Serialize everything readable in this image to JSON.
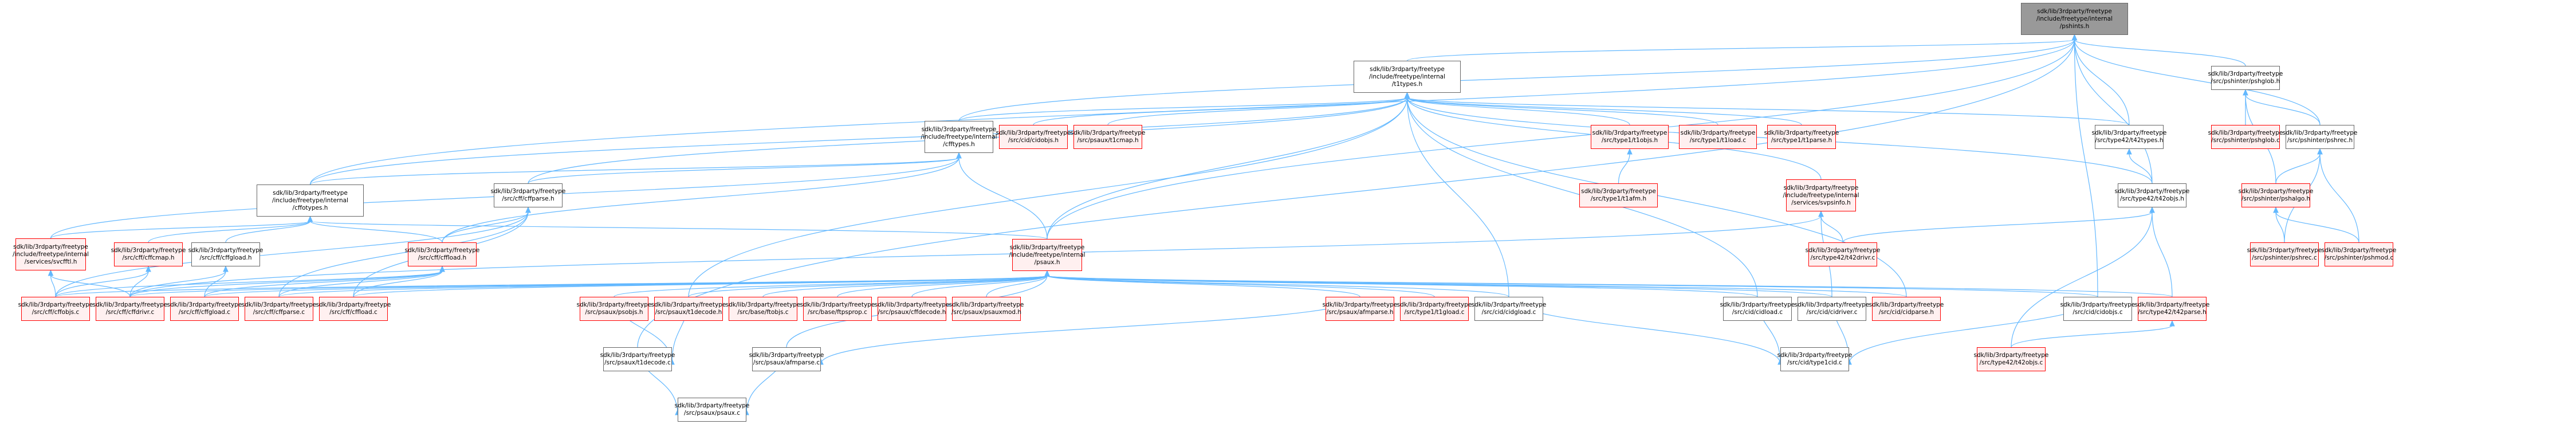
{
  "diagram": {
    "title": "Include dependency graph for pshints.h",
    "colors": {
      "edge": "#63b8ff",
      "root_fill": "#999999",
      "red_border": "#ff0000",
      "red_fill": "#fff0f0",
      "plain_border": "#666666"
    },
    "nodes": [
      {
        "id": "pshints_h",
        "lines": [
          "sdk/lib/3rdparty/freetype",
          "/include/freetype/internal",
          "/pshints.h"
        ],
        "style": "root"
      },
      {
        "id": "t1types_h",
        "lines": [
          "sdk/lib/3rdparty/freetype",
          "/include/freetype/internal",
          "/t1types.h"
        ],
        "style": "plain"
      },
      {
        "id": "pshglob_h",
        "lines": [
          "sdk/lib/3rdparty/freetype",
          "/src/pshinter/pshglob.h"
        ],
        "style": "plain"
      },
      {
        "id": "cfftypes_h",
        "lines": [
          "sdk/lib/3rdparty/freetype",
          "/include/freetype/internal",
          "/cfftypes.h"
        ],
        "style": "plain"
      },
      {
        "id": "cidobjs_h",
        "lines": [
          "sdk/lib/3rdparty/freetype",
          "/src/cid/cidobjs.h"
        ],
        "style": "red"
      },
      {
        "id": "t1cmap_h",
        "lines": [
          "sdk/lib/3rdparty/freetype",
          "/src/psaux/t1cmap.h"
        ],
        "style": "red"
      },
      {
        "id": "t1objs_h",
        "lines": [
          "sdk/lib/3rdparty/freetype",
          "/src/type1/t1objs.h"
        ],
        "style": "red"
      },
      {
        "id": "t1load_c",
        "lines": [
          "sdk/lib/3rdparty/freetype",
          "/src/type1/t1load.c"
        ],
        "style": "red"
      },
      {
        "id": "t1parse_h",
        "lines": [
          "sdk/lib/3rdparty/freetype",
          "/src/type1/t1parse.h"
        ],
        "style": "red"
      },
      {
        "id": "t42types_h",
        "lines": [
          "sdk/lib/3rdparty/freetype",
          "/src/type42/t42types.h"
        ],
        "style": "plain"
      },
      {
        "id": "pshglob_c",
        "lines": [
          "sdk/lib/3rdparty/freetype",
          "/src/pshinter/pshglob.c"
        ],
        "style": "red"
      },
      {
        "id": "pshrec_h",
        "lines": [
          "sdk/lib/3rdparty/freetype",
          "/src/pshinter/pshrec.h"
        ],
        "style": "plain"
      },
      {
        "id": "cffotypes_h",
        "lines": [
          "sdk/lib/3rdparty/freetype",
          "/include/freetype/internal",
          "/cffotypes.h"
        ],
        "style": "plain"
      },
      {
        "id": "cffparse_h",
        "lines": [
          "sdk/lib/3rdparty/freetype",
          "/src/cff/cffparse.h"
        ],
        "style": "plain"
      },
      {
        "id": "t1afm_h",
        "lines": [
          "sdk/lib/3rdparty/freetype",
          "/src/type1/t1afm.h"
        ],
        "style": "red"
      },
      {
        "id": "svpsinfo_h",
        "lines": [
          "sdk/lib/3rdparty/freetype",
          "/include/freetype/internal",
          "/services/svpsinfo.h"
        ],
        "style": "red"
      },
      {
        "id": "t42objs_h",
        "lines": [
          "sdk/lib/3rdparty/freetype",
          "/src/type42/t42objs.h"
        ],
        "style": "plain"
      },
      {
        "id": "pshalgo_h",
        "lines": [
          "sdk/lib/3rdparty/freetype",
          "/src/pshinter/pshalgo.h"
        ],
        "style": "red"
      },
      {
        "id": "svcfftl_h",
        "lines": [
          "sdk/lib/3rdparty/freetype",
          "/include/freetype/internal",
          "/services/svcfftl.h"
        ],
        "style": "red"
      },
      {
        "id": "cffcmap_h",
        "lines": [
          "sdk/lib/3rdparty/freetype",
          "/src/cff/cffcmap.h"
        ],
        "style": "red"
      },
      {
        "id": "cffgload_h",
        "lines": [
          "sdk/lib/3rdparty/freetype",
          "/src/cff/cffgload.h"
        ],
        "style": "plain"
      },
      {
        "id": "cffload_h",
        "lines": [
          "sdk/lib/3rdparty/freetype",
          "/src/cff/cffload.h"
        ],
        "style": "red"
      },
      {
        "id": "psaux_h",
        "lines": [
          "sdk/lib/3rdparty/freetype",
          "/include/freetype/internal",
          "/psaux.h"
        ],
        "style": "red"
      },
      {
        "id": "t42drivr_c",
        "lines": [
          "sdk/lib/3rdparty/freetype",
          "/src/type42/t42drivr.c"
        ],
        "style": "red"
      },
      {
        "id": "pshrec_c",
        "lines": [
          "sdk/lib/3rdparty/freetype",
          "/src/pshinter/pshrec.c"
        ],
        "style": "red"
      },
      {
        "id": "pshmod_c",
        "lines": [
          "sdk/lib/3rdparty/freetype",
          "/src/pshinter/pshmod.c"
        ],
        "style": "red"
      },
      {
        "id": "cffobjs_c",
        "lines": [
          "sdk/lib/3rdparty/freetype",
          "/src/cff/cffobjs.c"
        ],
        "style": "red"
      },
      {
        "id": "cffdrivr_c",
        "lines": [
          "sdk/lib/3rdparty/freetype",
          "/src/cff/cffdrivr.c"
        ],
        "style": "red"
      },
      {
        "id": "cffgload_c",
        "lines": [
          "sdk/lib/3rdparty/freetype",
          "/src/cff/cffgload.c"
        ],
        "style": "red"
      },
      {
        "id": "cffparse_c",
        "lines": [
          "sdk/lib/3rdparty/freetype",
          "/src/cff/cffparse.c"
        ],
        "style": "red"
      },
      {
        "id": "cffload_c",
        "lines": [
          "sdk/lib/3rdparty/freetype",
          "/src/cff/cffload.c"
        ],
        "style": "red"
      },
      {
        "id": "psobjs_h",
        "lines": [
          "sdk/lib/3rdparty/freetype",
          "/src/psaux/psobjs.h"
        ],
        "style": "red"
      },
      {
        "id": "t1decode_h",
        "lines": [
          "sdk/lib/3rdparty/freetype",
          "/src/psaux/t1decode.h"
        ],
        "style": "red"
      },
      {
        "id": "ftobjs_c",
        "lines": [
          "sdk/lib/3rdparty/freetype",
          "/src/base/ftobjs.c"
        ],
        "style": "red"
      },
      {
        "id": "ftpsprop_c",
        "lines": [
          "sdk/lib/3rdparty/freetype",
          "/src/base/ftpsprop.c"
        ],
        "style": "red"
      },
      {
        "id": "cffdecode_h",
        "lines": [
          "sdk/lib/3rdparty/freetype",
          "/src/psaux/cffdecode.h"
        ],
        "style": "red"
      },
      {
        "id": "psauxmod_h",
        "lines": [
          "sdk/lib/3rdparty/freetype",
          "/src/psaux/psauxmod.h"
        ],
        "style": "red"
      },
      {
        "id": "afmparse_h",
        "lines": [
          "sdk/lib/3rdparty/freetype",
          "/src/psaux/afmparse.h"
        ],
        "style": "red"
      },
      {
        "id": "t1gload_c",
        "lines": [
          "sdk/lib/3rdparty/freetype",
          "/src/type1/t1gload.c"
        ],
        "style": "red"
      },
      {
        "id": "cidgload_c",
        "lines": [
          "sdk/lib/3rdparty/freetype",
          "/src/cid/cidgload.c"
        ],
        "style": "plain"
      },
      {
        "id": "cidload_c",
        "lines": [
          "sdk/lib/3rdparty/freetype",
          "/src/cid/cidload.c"
        ],
        "style": "plain"
      },
      {
        "id": "cidriver_c",
        "lines": [
          "sdk/lib/3rdparty/freetype",
          "/src/cid/cidriver.c"
        ],
        "style": "plain"
      },
      {
        "id": "cidparse_h",
        "lines": [
          "sdk/lib/3rdparty/freetype",
          "/src/cid/cidparse.h"
        ],
        "style": "red"
      },
      {
        "id": "cidobjs_c",
        "lines": [
          "sdk/lib/3rdparty/freetype",
          "/src/cid/cidobjs.c"
        ],
        "style": "plain"
      },
      {
        "id": "t42parse_h",
        "lines": [
          "sdk/lib/3rdparty/freetype",
          "/src/type42/t42parse.h"
        ],
        "style": "red"
      },
      {
        "id": "t1decode_c",
        "lines": [
          "sdk/lib/3rdparty/freetype",
          "/src/psaux/t1decode.c"
        ],
        "style": "plain"
      },
      {
        "id": "afmparse_c",
        "lines": [
          "sdk/lib/3rdparty/freetype",
          "/src/psaux/afmparse.c"
        ],
        "style": "plain"
      },
      {
        "id": "type1cid_c",
        "lines": [
          "sdk/lib/3rdparty/freetype",
          "/src/cid/type1cid.c"
        ],
        "style": "plain"
      },
      {
        "id": "t42objs_c",
        "lines": [
          "sdk/lib/3rdparty/freetype",
          "/src/type42/t42objs.c"
        ],
        "style": "red"
      },
      {
        "id": "psaux_c",
        "lines": [
          "sdk/lib/3rdparty/freetype",
          "/src/psaux/psaux.c"
        ],
        "style": "plain"
      }
    ],
    "edges": [
      [
        "t1types_h",
        "pshints_h"
      ],
      [
        "pshglob_h",
        "pshints_h"
      ],
      [
        "cfftypes_h",
        "pshints_h"
      ],
      [
        "cffotypes_h",
        "pshints_h"
      ],
      [
        "t42types_h",
        "pshints_h"
      ],
      [
        "t42objs_h",
        "pshints_h"
      ],
      [
        "pshrec_h",
        "pshints_h"
      ],
      [
        "cidobjs_c",
        "pshints_h"
      ],
      [
        "t1decode_c",
        "pshints_h"
      ],
      [
        "psaux_h",
        "pshints_h"
      ],
      [
        "cfftypes_h",
        "t1types_h"
      ],
      [
        "cidobjs_h",
        "t1types_h"
      ],
      [
        "t1cmap_h",
        "t1types_h"
      ],
      [
        "t1objs_h",
        "t1types_h"
      ],
      [
        "t1load_c",
        "t1types_h"
      ],
      [
        "t1parse_h",
        "t1types_h"
      ],
      [
        "t42types_h",
        "t1types_h"
      ],
      [
        "svpsinfo_h",
        "t1types_h"
      ],
      [
        "psaux_h",
        "t1types_h"
      ],
      [
        "cidparse_h",
        "t1types_h"
      ],
      [
        "cidgload_c",
        "t1types_h"
      ],
      [
        "cidload_c",
        "t1types_h"
      ],
      [
        "cffotypes_h",
        "t1types_h"
      ],
      [
        "cffparse_h",
        "t1types_h"
      ],
      [
        "t42objs_h",
        "t1types_h"
      ],
      [
        "t1decode_h",
        "t1types_h"
      ],
      [
        "pshglob_c",
        "pshglob_h"
      ],
      [
        "pshrec_h",
        "pshglob_h"
      ],
      [
        "pshalgo_h",
        "pshglob_h"
      ],
      [
        "cffotypes_h",
        "cfftypes_h"
      ],
      [
        "cffparse_h",
        "cfftypes_h"
      ],
      [
        "psaux_h",
        "cfftypes_h"
      ],
      [
        "svcfftl_h",
        "cfftypes_h"
      ],
      [
        "cffload_h",
        "cfftypes_h"
      ],
      [
        "t1afm_h",
        "t1objs_h"
      ],
      [
        "t42objs_h",
        "t42types_h"
      ],
      [
        "pshalgo_h",
        "pshrec_h"
      ],
      [
        "pshrec_c",
        "pshrec_h"
      ],
      [
        "pshmod_c",
        "pshrec_h"
      ],
      [
        "pshrec_c",
        "pshalgo_h"
      ],
      [
        "pshmod_c",
        "pshalgo_h"
      ],
      [
        "t42drivr_c",
        "t42objs_h"
      ],
      [
        "t42parse_h",
        "t42objs_h"
      ],
      [
        "t42objs_c",
        "t42objs_h"
      ],
      [
        "t42objs_c",
        "t42parse_h"
      ],
      [
        "t42drivr_c",
        "svpsinfo_h"
      ],
      [
        "cidriver_c",
        "svpsinfo_h"
      ],
      [
        "cffdrivr_c",
        "svpsinfo_h"
      ],
      [
        "svcfftl_h",
        "cffotypes_h"
      ],
      [
        "cffcmap_h",
        "cffotypes_h"
      ],
      [
        "cffgload_h",
        "cffotypes_h"
      ],
      [
        "cffload_h",
        "cffotypes_h"
      ],
      [
        "psaux_h",
        "cffotypes_h"
      ],
      [
        "cffload_h",
        "cffparse_h"
      ],
      [
        "cffobjs_c",
        "cffparse_h"
      ],
      [
        "cffparse_c",
        "cffparse_h"
      ],
      [
        "cffload_c",
        "cffparse_h"
      ],
      [
        "cffobjs_c",
        "svcfftl_h"
      ],
      [
        "cffdrivr_c",
        "svcfftl_h"
      ],
      [
        "cffobjs_c",
        "cffcmap_h"
      ],
      [
        "cffdrivr_c",
        "cffcmap_h"
      ],
      [
        "cffdrivr_c",
        "cffgload_h"
      ],
      [
        "cffgload_c",
        "cffgload_h"
      ],
      [
        "cffobjs_c",
        "cffload_h"
      ],
      [
        "cffdrivr_c",
        "cffload_h"
      ],
      [
        "cffgload_c",
        "cffload_h"
      ],
      [
        "cffparse_c",
        "cffload_h"
      ],
      [
        "cffload_c",
        "cffload_h"
      ],
      [
        "cffobjs_c",
        "psaux_h"
      ],
      [
        "cffdrivr_c",
        "psaux_h"
      ],
      [
        "cffgload_c",
        "psaux_h"
      ],
      [
        "cffparse_c",
        "psaux_h"
      ],
      [
        "cffload_c",
        "psaux_h"
      ],
      [
        "psobjs_h",
        "psaux_h"
      ],
      [
        "t1decode_h",
        "psaux_h"
      ],
      [
        "ftobjs_c",
        "psaux_h"
      ],
      [
        "ftpsprop_c",
        "psaux_h"
      ],
      [
        "cffdecode_h",
        "psaux_h"
      ],
      [
        "psauxmod_h",
        "psaux_h"
      ],
      [
        "afmparse_h",
        "psaux_h"
      ],
      [
        "t1gload_c",
        "psaux_h"
      ],
      [
        "cidgload_c",
        "psaux_h"
      ],
      [
        "cidload_c",
        "psaux_h"
      ],
      [
        "cidriver_c",
        "psaux_h"
      ],
      [
        "cidparse_h",
        "psaux_h"
      ],
      [
        "cidobjs_c",
        "psaux_h"
      ],
      [
        "t42parse_h",
        "psaux_h"
      ],
      [
        "afmparse_c",
        "psaux_h"
      ],
      [
        "psobjs_h",
        "t1decode_c"
      ],
      [
        "t1decode_h",
        "t1decode_c"
      ],
      [
        "afmparse_h",
        "afmparse_c"
      ],
      [
        "t1decode_c",
        "psaux_c"
      ],
      [
        "afmparse_c",
        "psaux_c"
      ],
      [
        "cidgload_c",
        "type1cid_c"
      ],
      [
        "cidload_c",
        "type1cid_c"
      ],
      [
        "cidriver_c",
        "type1cid_c"
      ],
      [
        "cidobjs_c",
        "type1cid_c"
      ]
    ]
  }
}
